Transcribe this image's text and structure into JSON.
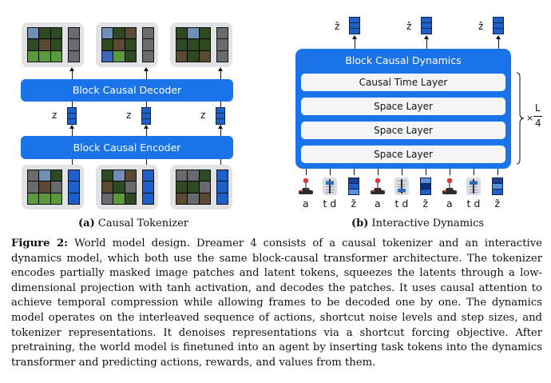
{
  "figure": {
    "left_panel": {
      "decoder_label": "Block Causal Decoder",
      "encoder_label": "Block Causal Encoder",
      "latent_labels": [
        "z",
        "z",
        "z"
      ],
      "caption_prefix": "(a)",
      "caption_text": "Causal Tokenizer",
      "decoded_frames": 3,
      "input_frames": 3
    },
    "right_panel": {
      "block_label": "Block Causal Dynamics",
      "layers": [
        "Causal Time Layer",
        "Space Layer",
        "Space Layer",
        "Space Layer"
      ],
      "repeat_label": "×",
      "repeat_numerator": "L",
      "repeat_denominator": "4",
      "output_labels": [
        "ẑ",
        "ẑ",
        "ẑ"
      ],
      "input_labels": [
        "a",
        "t d",
        "z̃",
        "a",
        "t d",
        "z̃",
        "a",
        "t d",
        "z̃"
      ],
      "caption_prefix": "(b)",
      "caption_text": "Interactive Dynamics"
    },
    "caption": {
      "label": "Figure 2:",
      "text": "World model design. Dreamer 4 consists of a causal tokenizer and an interactive dynamics model, which both use the same block-causal transformer architecture. The tokenizer encodes partially masked image patches and latent tokens, squeezes the latents through a low-dimensional projection with tanh activation, and decodes the patches. It uses causal attention to achieve temporal compression while allowing frames to be decoded one by one. The dynamics model operates on the interleaved sequence of actions, shortcut noise levels and step sizes, and tokenizer representations. It denoises representations via a shortcut forcing objective. After pretraining, the world model is finetuned into an agent by inserting task tokens into the dynamics transformer and predicting actions, rewards, and values from them."
    },
    "colors": {
      "block_blue": "#1a73e8",
      "token_blue": "#1f5fc8",
      "masked_gray": "#686a6e",
      "frame_bg": "#e1e2e5",
      "layer_bg": "#f4f5f7"
    }
  }
}
